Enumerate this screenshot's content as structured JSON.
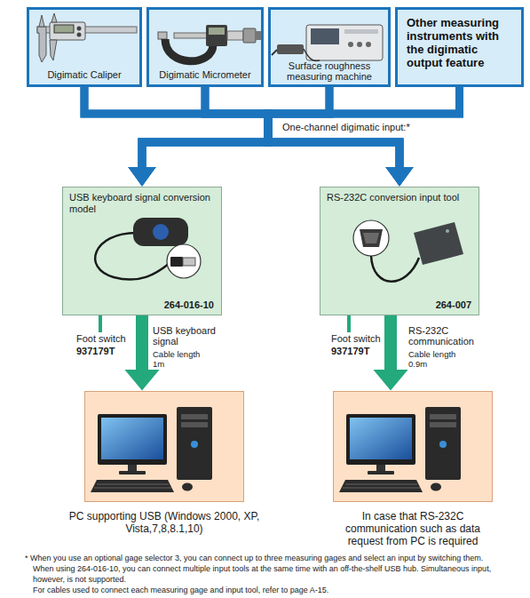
{
  "diagram": {
    "nodes": [
      {
        "text": [
          "Digimatic Caliper"
        ]
      },
      {
        "text": [
          "Digimatic Micrometer"
        ]
      },
      {
        "text": [
          "Surface roughness measuring machine"
        ]
      },
      {
        "text": [
          "Other measuring instruments with the digimatic output feature"
        ]
      },
      {
        "text": [
          "USB keyboard signal conversion model",
          "264-016-10"
        ]
      },
      {
        "text": [
          "RS-232C conversion input tool",
          "264-007"
        ]
      },
      {
        "text": [
          "PC supporting USB (Windows 2000, XP, Vista,7,8,8.1,10)"
        ]
      },
      {
        "text": [
          "In case that RS-232C communication such as data request from PC is required"
        ]
      }
    ],
    "edges": [
      {
        "from": 0,
        "to": 4,
        "arrow": "to"
      },
      {
        "from": 1,
        "to": 4,
        "arrow": "to"
      },
      {
        "from": 2,
        "to": 4,
        "arrow": "to"
      },
      {
        "from": 3,
        "to": 4,
        "arrow": "to"
      },
      {
        "from": 0,
        "to": 5,
        "arrow": "to"
      },
      {
        "from": 1,
        "to": 5,
        "arrow": "to"
      },
      {
        "from": 2,
        "to": 5,
        "arrow": "to"
      },
      {
        "from": 3,
        "to": 5,
        "arrow": "to"
      },
      {
        "from": 4,
        "to": 6,
        "arrow": "to",
        "label": "USB keyboard signal"
      },
      {
        "from": 5,
        "to": 7,
        "arrow": "to",
        "label": "RS-232C communication"
      }
    ],
    "labels": [
      "One-channel digimatic input:*",
      "Foot switch",
      "937179T",
      "Cable length 1m",
      "Foot switch",
      "937179T",
      "Cable length 0.9m",
      "* When you use an optional gage selector 3, you can connect up to three measuring gages and select an input by switching them.",
      "When using 264-016-10, you can connect multiple input tools at the same time with an off-the-shelf USB hub. Simultaneous input, however, is not supported.",
      "For cables used to connect each measuring gage and input tool, refer to page A-15."
    ]
  }
}
